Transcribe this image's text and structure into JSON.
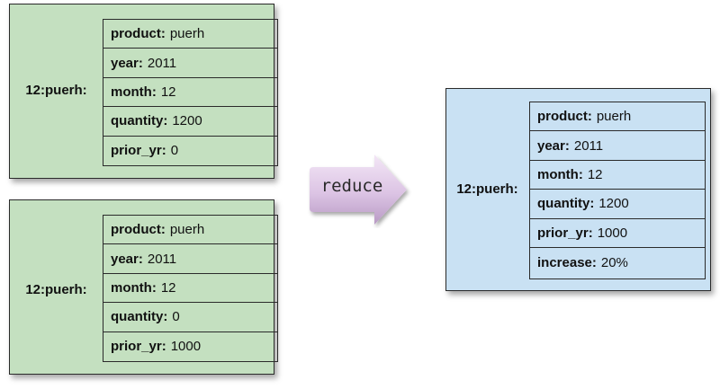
{
  "inputs": [
    {
      "key": "12:puerh:",
      "fields": [
        {
          "name": "product:",
          "value": "puerh"
        },
        {
          "name": "year:",
          "value": "2011"
        },
        {
          "name": "month:",
          "value": "12"
        },
        {
          "name": "quantity:",
          "value": "1200"
        },
        {
          "name": "prior_yr:",
          "value": "0"
        }
      ]
    },
    {
      "key": "12:puerh:",
      "fields": [
        {
          "name": "product:",
          "value": "puerh"
        },
        {
          "name": "year:",
          "value": "2011"
        },
        {
          "name": "month:",
          "value": "12"
        },
        {
          "name": "quantity:",
          "value": "0"
        },
        {
          "name": "prior_yr:",
          "value": "1000"
        }
      ]
    }
  ],
  "arrow_label": "reduce",
  "output": {
    "key": "12:puerh:",
    "fields": [
      {
        "name": "product:",
        "value": "puerh"
      },
      {
        "name": "year:",
        "value": "2011"
      },
      {
        "name": "month:",
        "value": "12"
      },
      {
        "name": "quantity:",
        "value": "1200"
      },
      {
        "name": "prior_yr:",
        "value": "1000"
      },
      {
        "name": "increase:",
        "value": "20%"
      }
    ]
  },
  "colors": {
    "input_fill": "#c4e0c0",
    "output_fill": "#c9e1f3",
    "arrow_light": "#efdcf3",
    "arrow_dark": "#b89ac4"
  }
}
